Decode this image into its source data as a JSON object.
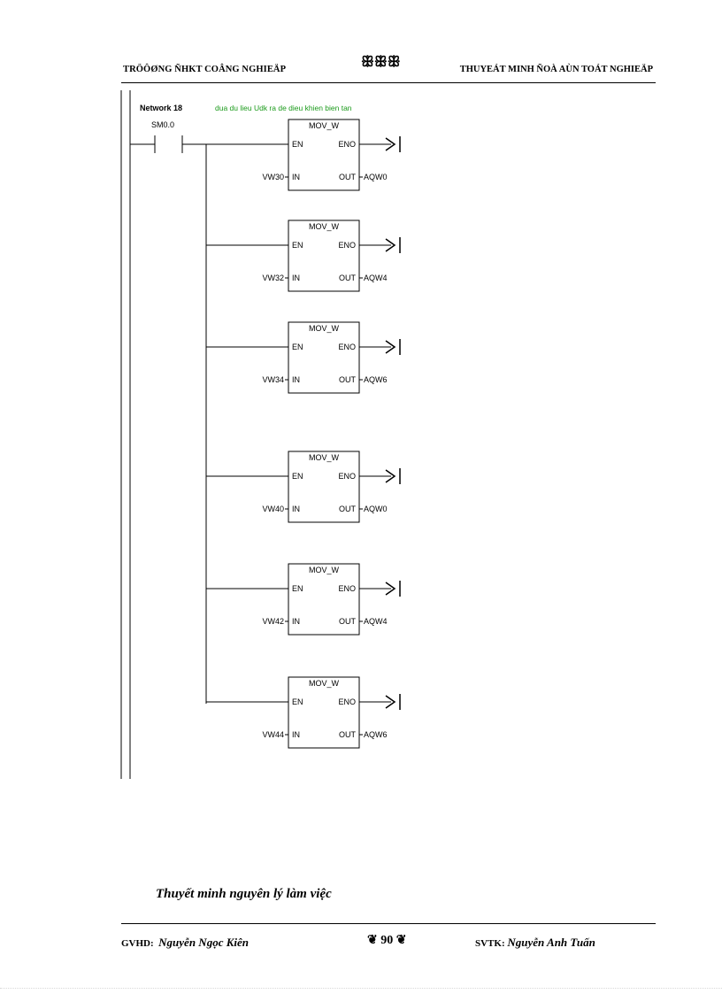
{
  "header": {
    "school": "TRÖÔØNG   ÑHKT COÂNG NGHIEÄP",
    "ornament": "ꕥꕥꕥ",
    "title": "THUYEÁT MINH ÑOÀ AÙN TOÁT NGHIEÄP"
  },
  "network": {
    "label": "Network 18",
    "comment": "dua du lieu Udk ra de dieu khien bien tan",
    "contact": "SM0.0",
    "blocks": [
      {
        "name": "MOV_W",
        "en": "EN",
        "eno": "ENO",
        "in_label": "IN",
        "out_label": "OUT",
        "input": "VW30",
        "output": "AQW0"
      },
      {
        "name": "MOV_W",
        "en": "EN",
        "eno": "ENO",
        "in_label": "IN",
        "out_label": "OUT",
        "input": "VW32",
        "output": "AQW4"
      },
      {
        "name": "MOV_W",
        "en": "EN",
        "eno": "ENO",
        "in_label": "IN",
        "out_label": "OUT",
        "input": "VW34",
        "output": "AQW6"
      },
      {
        "name": "MOV_W",
        "en": "EN",
        "eno": "ENO",
        "in_label": "IN",
        "out_label": "OUT",
        "input": "VW40",
        "output": "AQW0"
      },
      {
        "name": "MOV_W",
        "en": "EN",
        "eno": "ENO",
        "in_label": "IN",
        "out_label": "OUT",
        "input": "VW42",
        "output": "AQW4"
      },
      {
        "name": "MOV_W",
        "en": "EN",
        "eno": "ENO",
        "in_label": "IN",
        "out_label": "OUT",
        "input": "VW44",
        "output": "AQW6"
      }
    ]
  },
  "section_title": "Thuyết minh nguyên lý làm việc",
  "footer": {
    "left_label": "GVHD:",
    "left_name": "Nguyễn Ngọc Kiên",
    "page": "90",
    "right_label": "SVTK:",
    "right_name": "Nguyễn Anh Tuấn"
  }
}
